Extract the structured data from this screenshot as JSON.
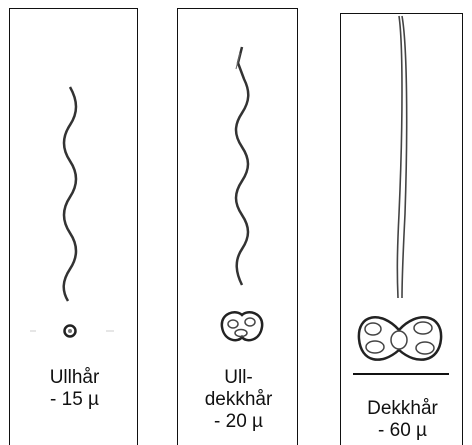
{
  "panels": [
    {
      "label_lines": [
        "Ullhår",
        "- 15 µ"
      ]
    },
    {
      "label_lines": [
        "Ull-",
        "dekkhår",
        "- 20 µ"
      ]
    },
    {
      "label_lines": [
        "Dekkhår",
        "- 60 µ"
      ]
    }
  ],
  "colors": {
    "ink": "#111111",
    "hair": "#333333",
    "background": "#ffffff"
  },
  "icons": [
    "wavy-hair-icon",
    "hair-cross-section-icon"
  ]
}
